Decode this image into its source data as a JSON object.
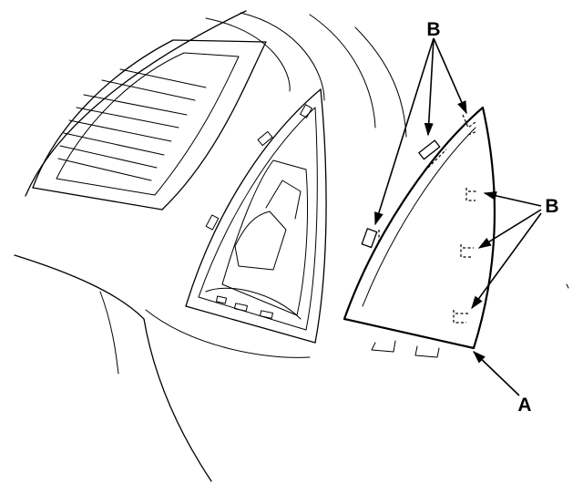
{
  "callouts": {
    "b_top": "B",
    "b_right": "B",
    "a": "A"
  },
  "colors": {
    "line": "#000000",
    "background": "#ffffff"
  }
}
